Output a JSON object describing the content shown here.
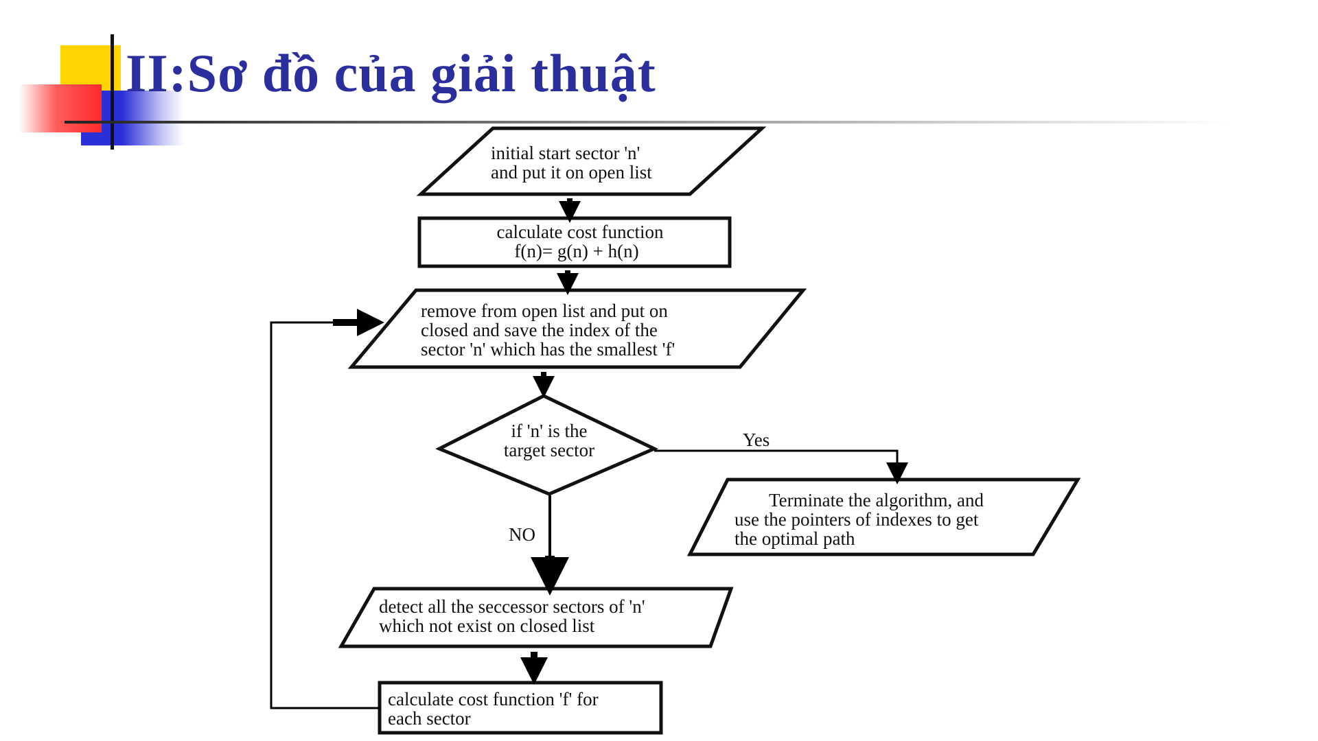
{
  "slide": {
    "title": "II:Sơ đồ của giải thuật"
  },
  "diagram": {
    "start": [
      "initial start sector 'n'",
      "and put it on open list"
    ],
    "calc_cost": [
      "calculate cost function",
      "f(n)= g(n) + h(n)"
    ],
    "remove": [
      "remove from open list and put on",
      "closed and save the index of the",
      "sector 'n' which has the smallest 'f'"
    ],
    "decision": [
      "if 'n' is the",
      "target sector"
    ],
    "yes_label": "Yes",
    "no_label": "NO",
    "terminate": [
      "Terminate the algorithm, and",
      "use the pointers of indexes to get",
      "the optimal path"
    ],
    "detect": [
      "detect all the seccessor sectors of 'n'",
      "which not exist on closed list"
    ],
    "calc_each": [
      "calculate cost function 'f' for",
      "each sector"
    ]
  },
  "colors": {
    "title": "#2b2f9e",
    "accent_yellow": "#ffd400",
    "accent_red": "#ff3b3b",
    "accent_blue": "#2b2fd6"
  }
}
